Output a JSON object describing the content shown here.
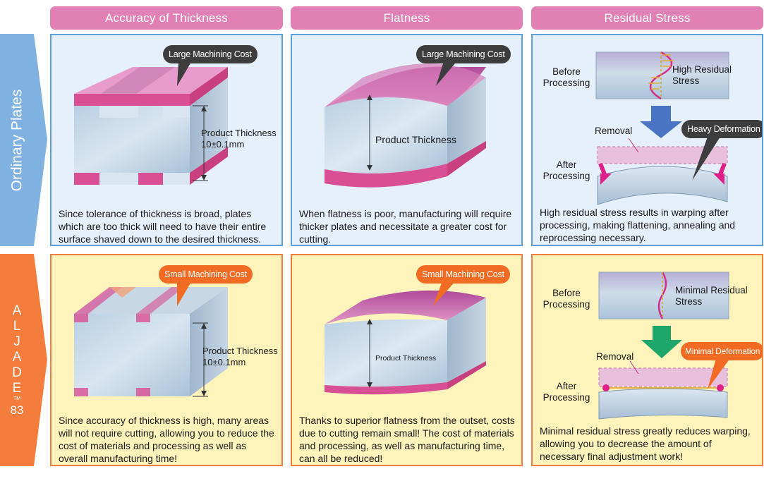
{
  "columns": {
    "accuracy": "Accuracy of Thickness",
    "flatness": "Flatness",
    "residual": "Residual Stress"
  },
  "rows": {
    "ordinary": {
      "label": "Ordinary Plates"
    },
    "aljade": {
      "letters": [
        "A",
        "L",
        "J",
        "A",
        "D",
        "E"
      ],
      "tm": "TM",
      "number": "83"
    }
  },
  "ordinary": {
    "accuracy": {
      "bubble": "Large Machining Cost",
      "thickness_label": "Product Thickness",
      "thickness_value": "10±0.1mm",
      "caption": "Since tolerance of thickness is broad, plates which are too thick will need to have their entire surface shaved down to the desired thickness."
    },
    "flatness": {
      "bubble": "Large Machining Cost",
      "thickness_label": "Product Thickness",
      "caption": "When flatness is poor, manufacturing will require thicker plates and necessitate a greater cost for cutting."
    },
    "residual": {
      "before": "Before Processing",
      "stress": "High Residual Stress",
      "removal": "Removal",
      "after": "After Processing",
      "bubble": "Heavy Deformation",
      "caption": "High residual stress results in warping after processing, making flattening, annealing and reprocessing necessary."
    }
  },
  "aljade": {
    "accuracy": {
      "bubble": "Small Machining Cost",
      "thickness_label": "Product Thickness",
      "thickness_value": "10±0.1mm",
      "caption": "Since accuracy of thickness is high, many areas will not require cutting, allowing you to reduce the cost of materials and processing as well as overall manufacturing time!"
    },
    "flatness": {
      "bubble": "Small Machining Cost",
      "thickness_label": "Product Thickness",
      "caption": "Thanks to superior flatness from the outset, costs due to cutting remain small! The cost of materials and processing, as well as manufacturing time, can all be reduced!"
    },
    "residual": {
      "before": "Before Processing",
      "stress": "Minimal Residual Stress",
      "removal": "Removal",
      "after": "After Processing",
      "bubble": "Minimal Deformation",
      "caption": "Minimal residual stress greatly reduces warping, allowing you to decrease the amount of necessary final adjustment work!"
    }
  },
  "colors": {
    "header_pink": "#e080b4",
    "ordinary_blue": "#5aa0dc",
    "aljade_orange": "#f47c3c",
    "ordinary_bg": "#e5f0fa",
    "aljade_bg": "#fdf3bb",
    "arrow_blue": "#4a74c4",
    "arrow_green": "#1fa66a",
    "arrow_magenta": "#e0208a"
  }
}
